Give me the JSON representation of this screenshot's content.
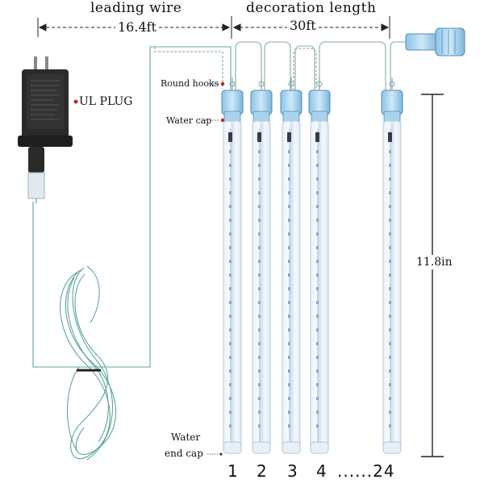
{
  "labels": {
    "leading_wire": "leading wire",
    "decoration_length": "decoration length",
    "lead_length": "16.4ft",
    "deco_length": "30ft",
    "ul_plug": "UL PLUG",
    "round_hooks": "Round hooks",
    "water_cap": "Water cap",
    "water_end_cap_line1": "Water",
    "water_end_cap_line2": "end cap",
    "tube_height": "11.8in"
  },
  "tube_numbers": [
    "1",
    "2",
    "3",
    "4",
    "......24"
  ],
  "colors": {
    "wire": "#5ea89a",
    "tube_glow": "#cfe4f6",
    "connector": "#7cb8de",
    "marker_dot": "#d11a1a",
    "adapter": "#2a2a2a"
  }
}
